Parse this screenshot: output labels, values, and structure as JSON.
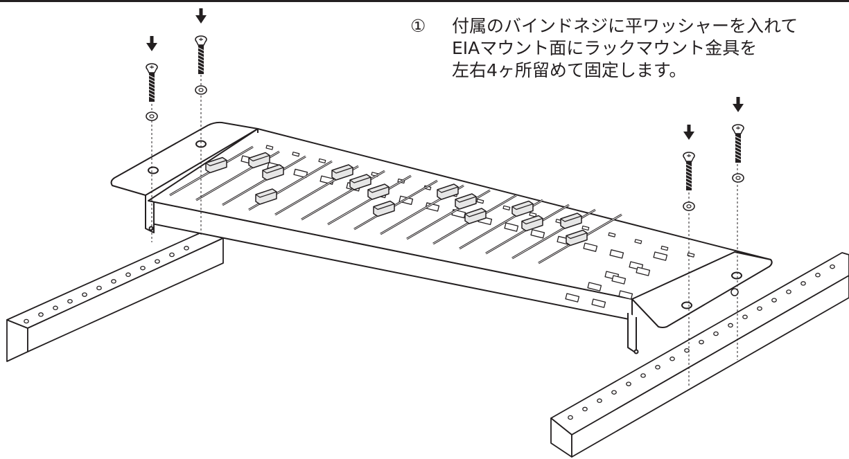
{
  "instruction": {
    "step_number": "①",
    "lines": [
      "付属のバインドネジに平ワッシャーを入れて",
      "EIAマウント面にラックマウント金具を",
      "左右4ヶ所留めて固定します。"
    ]
  },
  "colors": {
    "ink": "#231f20",
    "paper": "#ffffff",
    "fader_cap": "#e6e6e6"
  },
  "parts": {
    "screw_count": 4,
    "washer_count": 4,
    "fader_count": 15,
    "rail_count": 2
  }
}
